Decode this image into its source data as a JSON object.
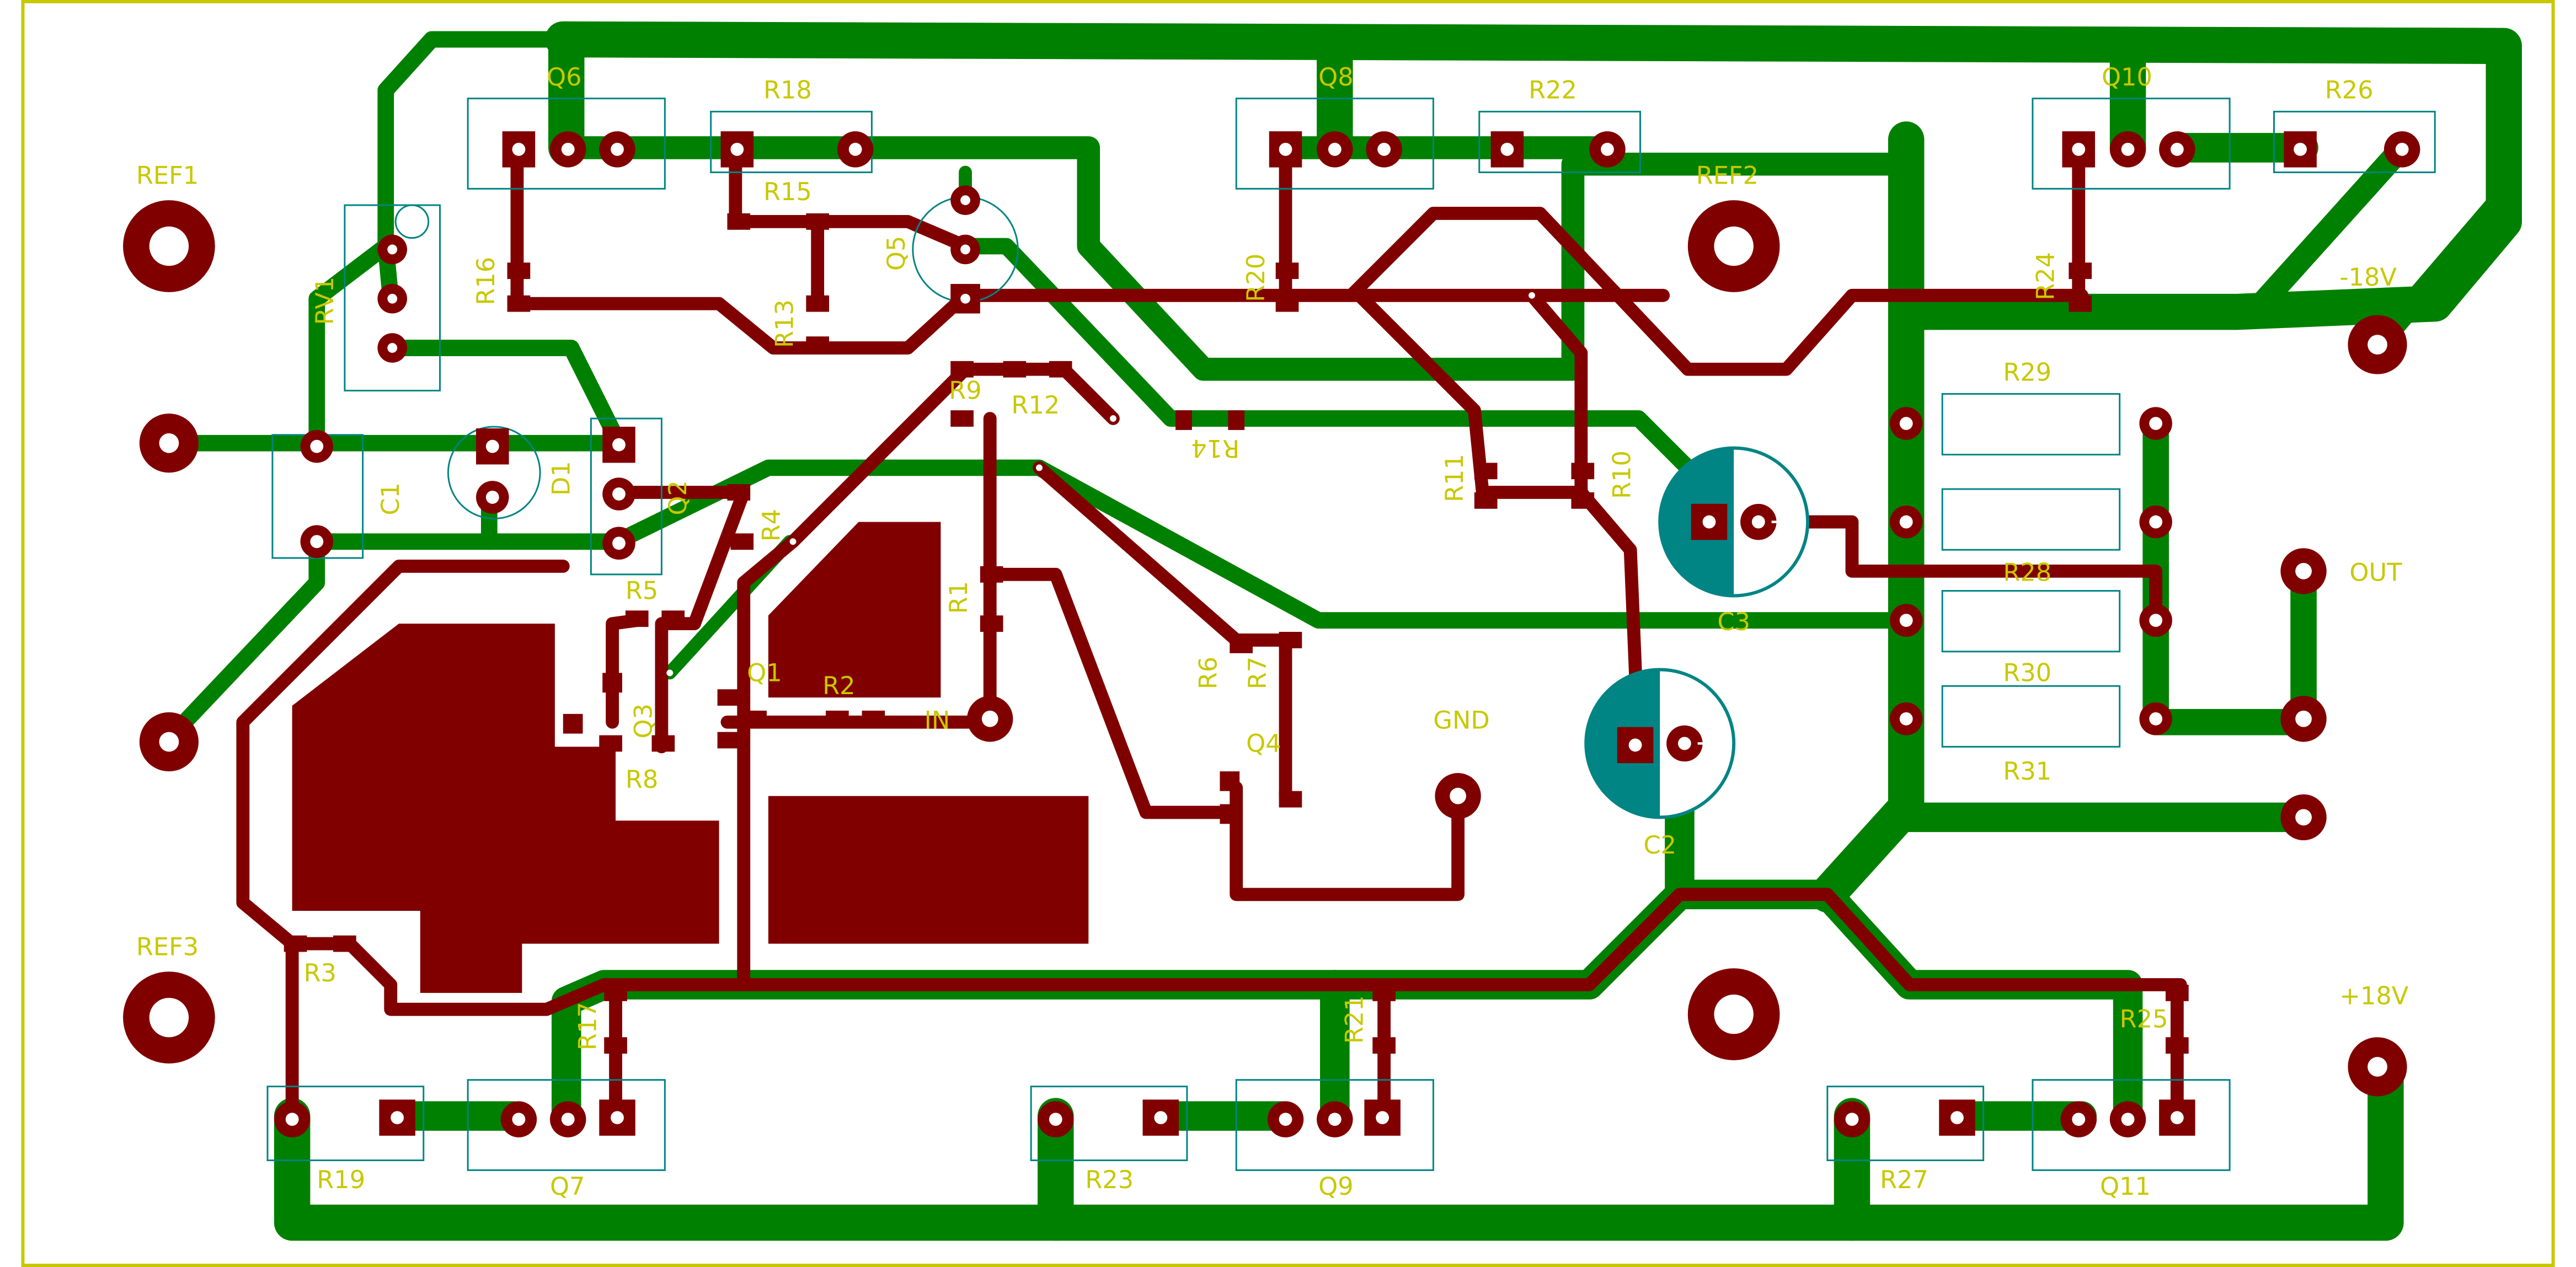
{
  "colors": {
    "background": "#ffffff",
    "board_edge": "#c8c800",
    "copper_bottom": "#008000",
    "copper_top": "#800000",
    "silkscreen": "#c8c800",
    "fab_outline": "#008484",
    "pad": "#800000",
    "drill": "#ffffff",
    "capacitor_fill": "#008484"
  },
  "labels": {
    "REF1": "REF1",
    "REF2": "REF2",
    "REF3": "REF3",
    "Q1": "Q1",
    "Q2": "Q2",
    "Q3": "Q3",
    "Q4": "Q4",
    "Q5": "Q5",
    "Q6": "Q6",
    "Q7": "Q7",
    "Q8": "Q8",
    "Q9": "Q9",
    "Q10": "Q10",
    "Q11": "Q11",
    "R1": "R1",
    "R2": "R2",
    "R3": "R3",
    "R4": "R4",
    "R5": "R5",
    "R6": "R6",
    "R7": "R7",
    "R8": "R8",
    "R9": "R9",
    "R10": "R10",
    "R11": "R11",
    "R12": "R12",
    "R13": "R13",
    "R14": "R14",
    "R15": "R15",
    "R16": "R16",
    "R17": "R17",
    "R18": "R18",
    "R19": "R19",
    "R20": "R20",
    "R21": "R21",
    "R22": "R22",
    "R23": "R23",
    "R24": "R24",
    "R25": "R25",
    "R26": "R26",
    "R27": "R27",
    "R28": "R28",
    "R29": "R29",
    "R30": "R30",
    "R31": "R31",
    "RV1": "RV1",
    "C1": "C1",
    "C2": "C2",
    "C3": "C3",
    "D1": "D1",
    "IN": "IN",
    "GND": "GND",
    "OUT": "OUT",
    "m18V": "-18V",
    "p18V": "+18V"
  }
}
